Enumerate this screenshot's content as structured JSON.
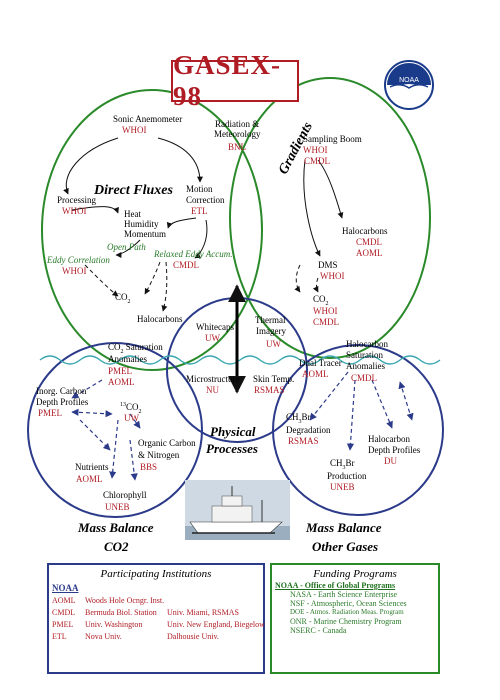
{
  "title": "GASEX-98",
  "logo": {
    "icon": "noaa-logo-icon",
    "text": "NOAA"
  },
  "colors": {
    "red": "#b01c24",
    "green": "#2a8a2a",
    "blue": "#2c3a8a",
    "dark": "#000000"
  },
  "circles": {
    "direct_fluxes": "Direct Fluxes",
    "gradients": "Gradients",
    "physical": [
      "Physical",
      "Processes"
    ],
    "mass_balance_co2": [
      "Mass Balance",
      "CO2"
    ],
    "mass_balance_other": [
      "Mass Balance",
      "Other Gases"
    ]
  },
  "nodes": {
    "sonic": {
      "label": "Sonic Anemometer",
      "org": "WHOI"
    },
    "radiation": {
      "label1": "Radiation &",
      "label2": "Meteorology",
      "org": "BNL"
    },
    "sampling": {
      "label": "Sampling Boom",
      "org1": "WHOI",
      "org2": "CMDL"
    },
    "processing": {
      "label": "Processing",
      "org": "WHOI"
    },
    "motion": {
      "label1": "Motion",
      "label2": "Correction",
      "org": "ETL"
    },
    "heat": {
      "l1": "Heat",
      "l2": "Humidity",
      "l3": "Momentum"
    },
    "open_path": "Open Path",
    "relaxed": "Relaxed Eddy Accum.",
    "relaxed_org": "CMDL",
    "eddy": "Eddy Correlation",
    "eddy_org": "WHOI",
    "co2_flux": "CO",
    "co2_sub": "2",
    "halocarbons_grad": {
      "label": "Halocarbons",
      "org1": "CMDL",
      "org2": "AOML"
    },
    "dms": {
      "label": "DMS",
      "org": "WHOI"
    },
    "co2_grad": {
      "label": "CO",
      "sub": "2",
      "org1": "WHOI",
      "org2": "CMDL"
    },
    "halocarbons_center": "Halocarbons",
    "whitecaps": {
      "label": "Whitecaps",
      "org": "UW"
    },
    "thermal": {
      "label1": "Thermal",
      "label2": "Imagery",
      "org": "UW"
    },
    "microstructure": {
      "label": "Microstructure",
      "org": "NU"
    },
    "skin": {
      "label": "Skin Temp.",
      "org": "RSMAS"
    },
    "dual": {
      "label": "Dual Tracer",
      "org": "AOML"
    },
    "halo_sat": {
      "l1": "Halocarbon",
      "l2": "Saturation",
      "l3": "Anomalies",
      "org": "CMDL"
    },
    "co2_sat": {
      "l1": "CO",
      "sub": "2",
      "l1b": " Saturation",
      "l2": "Anomalies",
      "org1": "PMEL",
      "org2": "AOML"
    },
    "inorg": {
      "l1": "Inorg. Carbon",
      "l2": "Depth Profiles",
      "org": "PMEL"
    },
    "c13": {
      "sup": "13",
      "label": "CO",
      "sub": "2",
      "org": "UW"
    },
    "organic": {
      "l1": "Organic Carbon",
      "l2": "& Nitrogen",
      "org": "BBS"
    },
    "nutrients": {
      "label": "Nutrients",
      "org": "AOML"
    },
    "chlorophyll": {
      "label": "Chlorophyll",
      "org": "UNEB"
    },
    "ch3br_deg": {
      "l1": "CH",
      "s1": "3",
      "l1b": "Br",
      "l2": "Degradation",
      "org": "RSMAS"
    },
    "ch3br_prod": {
      "l1": "CH",
      "s1": "3",
      "l1b": "Br",
      "l2": "Production",
      "org": "UNEB"
    },
    "halo_depth": {
      "l1": "Halocarbon",
      "l2": "Depth Profiles",
      "org": "DU"
    }
  },
  "institutions": {
    "heading": "Participating Institutions",
    "noaa_label": "NOAA",
    "noaa_orgs": [
      "AOML",
      "CMDL",
      "PMEL",
      "ETL"
    ],
    "rows": [
      [
        "Woods Hole Ocngr. Inst.",
        ""
      ],
      [
        "Bermuda Biol. Station",
        "Univ. Miami, RSMAS"
      ],
      [
        "Univ. Washington",
        "Univ. New England, Biegelow"
      ],
      [
        "Nova Univ.",
        "Dalhousie Univ."
      ]
    ]
  },
  "funding": {
    "heading": "Funding Programs",
    "lines": [
      "NOAA - Office of Global Programs",
      "NASA - Earth Science Enterprise",
      "NSF - Atmospheric, Ocean Sciences",
      "DOE - Atmos. Radiation Meas. Program",
      "ONR - Marine Chemistry Program",
      "NSERC - Canada"
    ]
  }
}
